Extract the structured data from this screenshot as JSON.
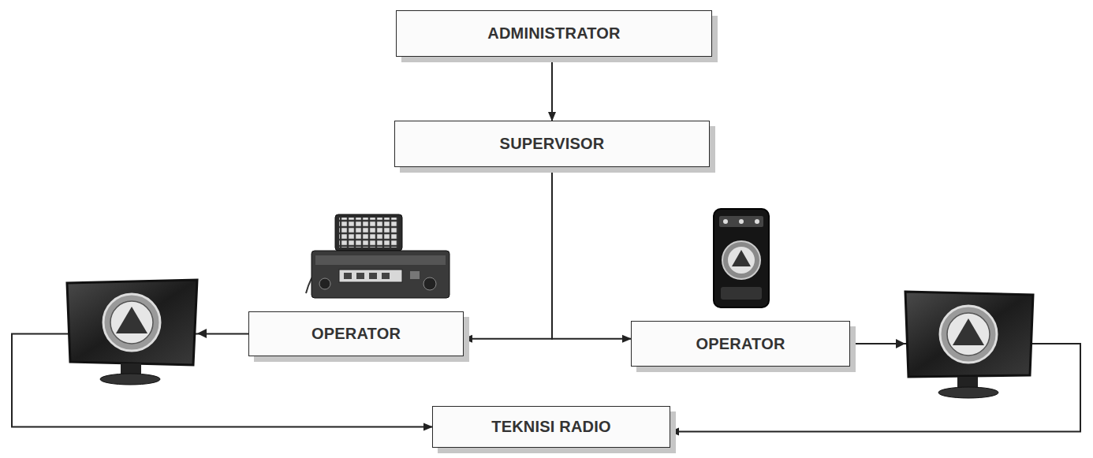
{
  "diagram": {
    "nodes": [
      {
        "text": [
          "ADMINISTRATOR"
        ]
      },
      {
        "text": [
          "SUPERVISOR"
        ]
      },
      {
        "text": [
          "OPERATOR"
        ]
      },
      {
        "text": [
          "OPERATOR"
        ]
      },
      {
        "text": [
          "TEKNISI RADIO"
        ]
      }
    ],
    "edges": [
      {
        "from": 0,
        "to": 1,
        "arrow": "to"
      },
      {
        "from": 1,
        "to": 2,
        "arrow": "to"
      },
      {
        "from": 1,
        "to": 3,
        "arrow": "to"
      },
      {
        "from": 2,
        "to": 4,
        "arrow": "to"
      },
      {
        "from": 3,
        "to": 4,
        "arrow": "to"
      }
    ]
  }
}
